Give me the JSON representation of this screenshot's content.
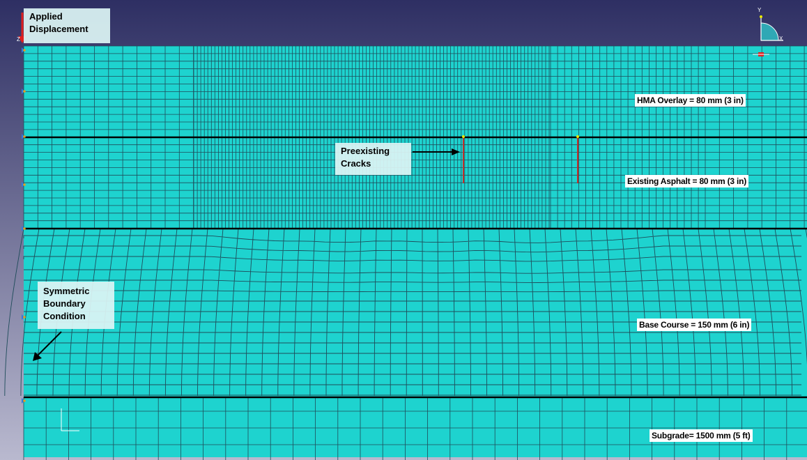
{
  "annotations": {
    "applied_displacement": [
      "Applied",
      "Displacement"
    ],
    "preexisting_cracks": [
      "Preexisting",
      "Cracks"
    ],
    "symmetric_boundary": [
      "Symmetric",
      "Boundary",
      "Condition"
    ]
  },
  "layers": [
    {
      "id": "hma",
      "label": "HMA Overlay = 80 mm (3 in)"
    },
    {
      "id": "existing",
      "label": "Existing Asphalt = 80 mm (3 in)"
    },
    {
      "id": "base",
      "label": "Base Course = 150 mm (6 in)"
    },
    {
      "id": "subgrade",
      "label": "Subgrade= 1500 mm (5 ft)"
    }
  ],
  "triad": {
    "y": "Y",
    "x": "X",
    "z": "Z"
  },
  "colors": {
    "mesh_fill": "#1ED3CF",
    "mesh_line": "#1F4C5A",
    "background_top": "#2E2F63",
    "background_bottom": "#B9B9CF",
    "crack": "#C0302A",
    "layer_boundary": "#000000"
  }
}
